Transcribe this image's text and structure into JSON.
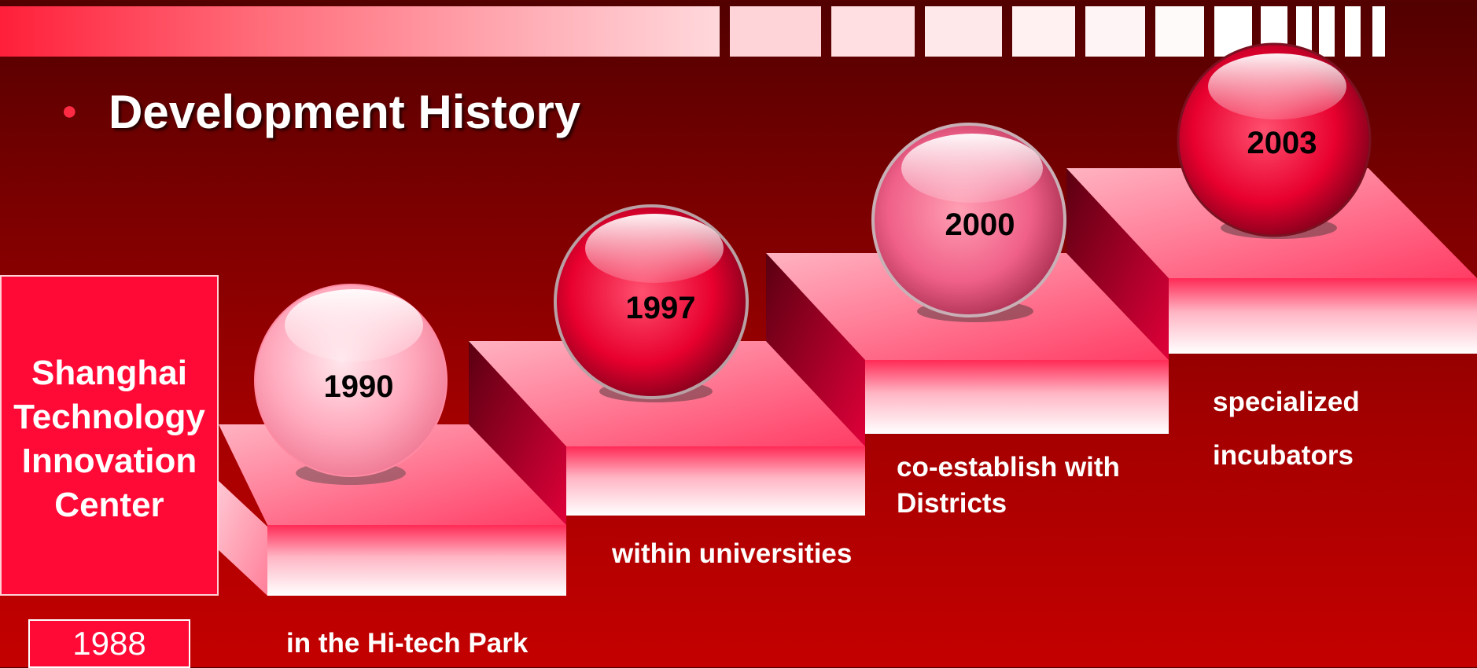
{
  "title": "Development History",
  "center_name": "Shanghai\nTechnology\nInnovation\nCenter",
  "founded": "1988",
  "milestones": [
    {
      "year": "1990",
      "caption": "in the Hi-tech Park"
    },
    {
      "year": "1997",
      "caption": "within universities"
    },
    {
      "year": "2000",
      "caption": "co-establish with\n Districts"
    },
    {
      "year": "2003",
      "caption": "specialized\nincubators"
    }
  ],
  "colors": {
    "background_top": "#520000",
    "background_bottom": "#c40000",
    "accent_red": "#ff0a36",
    "step_pink": "#ff7f99"
  }
}
